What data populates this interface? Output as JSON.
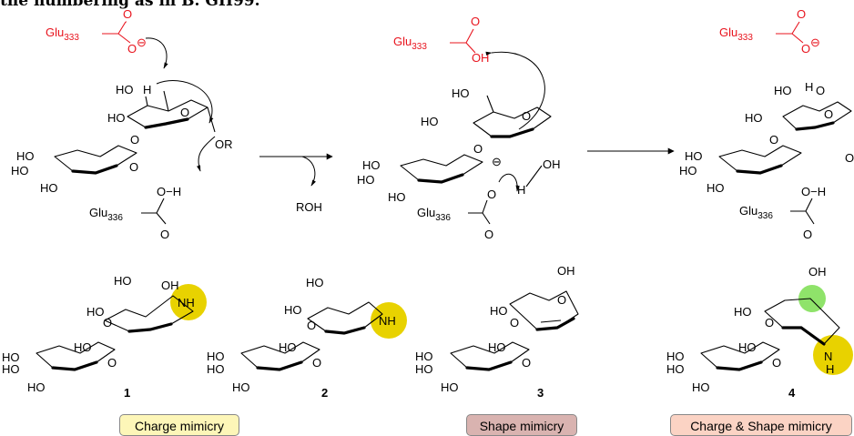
{
  "caption": "the numbering as in B. GH99.",
  "colors": {
    "acid": "#e8141e",
    "ring_highlight": "#7a1a1a",
    "charge_spot": "#e8d200",
    "shape_spot": "#8fe36a"
  },
  "labels": {
    "glu333": "Glu",
    "glu333_sub": "333",
    "glu336": "Glu",
    "glu336_sub": "336",
    "o": "O",
    "oh": "OH",
    "ho": "HO",
    "h": "H",
    "or": "OR",
    "roh": "ROH",
    "nh": "NH",
    "n": "N",
    "minus": "⊖",
    "o_h": "O−H"
  },
  "compounds": [
    {
      "number": "1"
    },
    {
      "number": "2"
    },
    {
      "number": "3"
    },
    {
      "number": "4"
    }
  ],
  "tags": {
    "charge": "Charge mimicry",
    "shape": "Shape  mimicry",
    "charge_shape": "Charge & Shape  mimicry"
  }
}
